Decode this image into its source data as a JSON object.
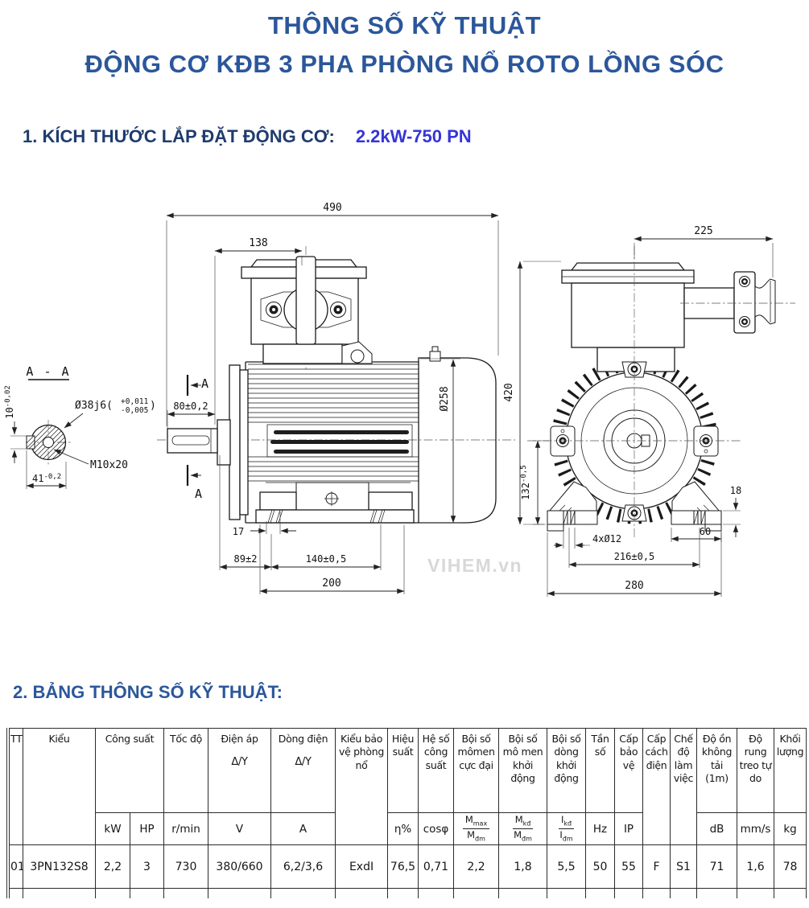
{
  "colors": {
    "title_blue": "#2b579a",
    "section_navy": "#1f3c6e",
    "model_blue": "#3535d8",
    "drawing_line": "#1a1a1a",
    "watermark_gray": "#d8d8d8"
  },
  "header": {
    "title_line1": "THÔNG SỐ KỸ THUẬT",
    "title_line2": "ĐỘNG CƠ KĐB 3 PHA PHÒNG NỔ ROTO LỒNG SÓC"
  },
  "section1": {
    "heading": "1. KÍCH THƯỚC LẮP ĐẶT ĐỘNG CƠ:",
    "model": "2.2kW-750 PN"
  },
  "section2": {
    "heading": "2. BẢNG THÔNG SỐ KỸ THUẬT:"
  },
  "drawing": {
    "section_label": "A - A",
    "marker": "A",
    "watermark": "VIHEM.vn",
    "dims": {
      "d490": "490",
      "d138": "138",
      "d80": "80±0,2",
      "d258": "Ø258",
      "d17": "17",
      "d89": "89±2",
      "d140": "140±0,5",
      "d200": "200",
      "d225": "225",
      "d420": "420",
      "d132": "132",
      "d132t": "-0,5",
      "d18": "18",
      "d60": "60",
      "d4x12": "4xØ12",
      "d216": "216±0,5",
      "d280": "280",
      "shaft": "Ø38j6(",
      "shaftp": "+0,011",
      "shaftm": "-0,005",
      "shaftc": ")",
      "key10": "10",
      "key10t": "-0,02",
      "thread": "M10x20",
      "key41": "41",
      "key41t": "-0,2"
    }
  },
  "table": {
    "header": [
      {
        "label": "TT"
      },
      {
        "label": "Kiểu"
      },
      {
        "label": "Công suất"
      },
      {
        "label": "Tốc độ"
      },
      {
        "label": "Điện áp",
        "sub": "Δ/Y"
      },
      {
        "label": "Dòng điện",
        "sub": "Δ/Y"
      },
      {
        "label": "Kiểu bảo vệ phòng nổ"
      },
      {
        "label": "Hiệu suất"
      },
      {
        "label": "Hệ số công suất"
      },
      {
        "label": "Bội số mômen cực đại"
      },
      {
        "label": "Bội số mô men khởi động"
      },
      {
        "label": "Bội số dòng khởi động"
      },
      {
        "label": "Tần số"
      },
      {
        "label": "Cấp bảo vệ"
      },
      {
        "label": "Cấp cách điện"
      },
      {
        "label": "Chế độ làm việc"
      },
      {
        "label": "Độ ồn không tải (1m)"
      },
      {
        "label": "Độ rung treo tự do"
      },
      {
        "label": "Khối lượng"
      }
    ],
    "units": {
      "kw": "kW",
      "hp": "HP",
      "rpm": "r/min",
      "v": "V",
      "a": "A",
      "eta": "η%",
      "cos": "cosφ",
      "frac_m_max": {
        "nb": "M",
        "ns": "max",
        "db": "M",
        "ds": "đm"
      },
      "frac_m_kd": {
        "nb": "M",
        "ns": "kđ",
        "db": "M",
        "ds": "đm"
      },
      "frac_i_kd": {
        "nb": "I",
        "ns": "kđ",
        "db": "I",
        "ds": "đm"
      },
      "hz": "Hz",
      "ip": "IP",
      "db": "dB",
      "mms": "mm/s",
      "kg": "kg"
    },
    "row": {
      "tt": "01",
      "model": "3PN132S8",
      "kw": "2,2",
      "hp": "3",
      "rpm": "730",
      "volt": "380/660",
      "amp": "6,2/3,6",
      "protection": "ExdI",
      "eta": "76,5",
      "cos": "0,71",
      "mmax": "2,2",
      "mkd": "1,8",
      "ikd": "5,5",
      "hz": "50",
      "ip": "55",
      "insulation": "F",
      "duty": "S1",
      "noise": "71",
      "vibration": "1,6",
      "weight": "78"
    }
  }
}
